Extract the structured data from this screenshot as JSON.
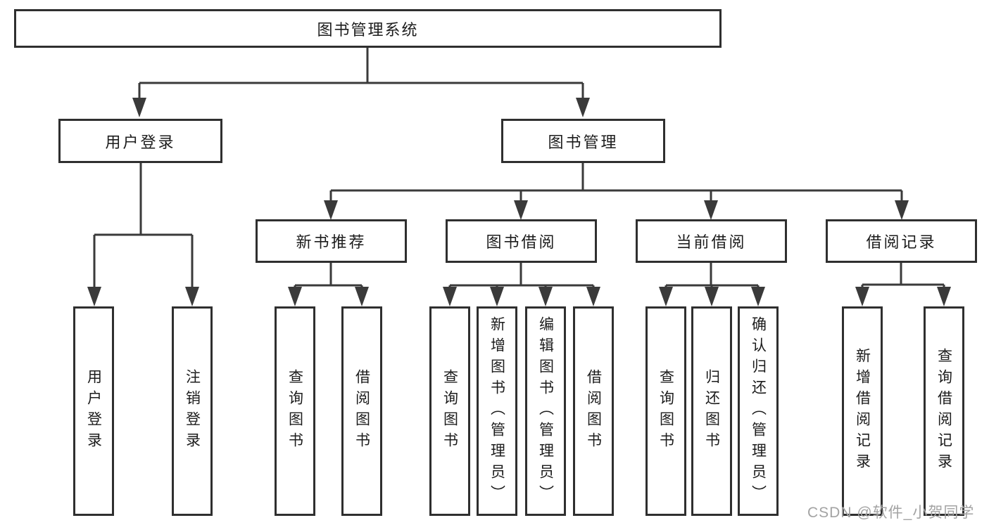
{
  "tree": {
    "root": {
      "label": "图书管理系统",
      "children": [
        {
          "label": "用户登录",
          "children": [
            {
              "label": "用户登录"
            },
            {
              "label": "注销登录"
            }
          ]
        },
        {
          "label": "图书管理",
          "children": [
            {
              "label": "新书推荐",
              "children": [
                {
                  "label": "查询图书"
                },
                {
                  "label": "借阅图书"
                }
              ]
            },
            {
              "label": "图书借阅",
              "children": [
                {
                  "label": "查询图书"
                },
                {
                  "label": "新增图书（管理员）"
                },
                {
                  "label": "编辑图书（管理员）"
                },
                {
                  "label": "借阅图书"
                }
              ]
            },
            {
              "label": "当前借阅",
              "children": [
                {
                  "label": "查询图书"
                },
                {
                  "label": "归还图书"
                },
                {
                  "label": "确认归还（管理员）"
                }
              ]
            },
            {
              "label": "借阅记录",
              "children": [
                {
                  "label": "新增借阅记录"
                },
                {
                  "label": "查询借阅记录"
                }
              ]
            }
          ]
        }
      ]
    }
  },
  "watermark": "CSDN @软件_小贺同学",
  "colors": {
    "line": "#3a3a3a",
    "box_border": "#2f2f2f",
    "text": "#1c1c1c",
    "background": "#ffffff",
    "watermark": "#a3a3a3"
  }
}
